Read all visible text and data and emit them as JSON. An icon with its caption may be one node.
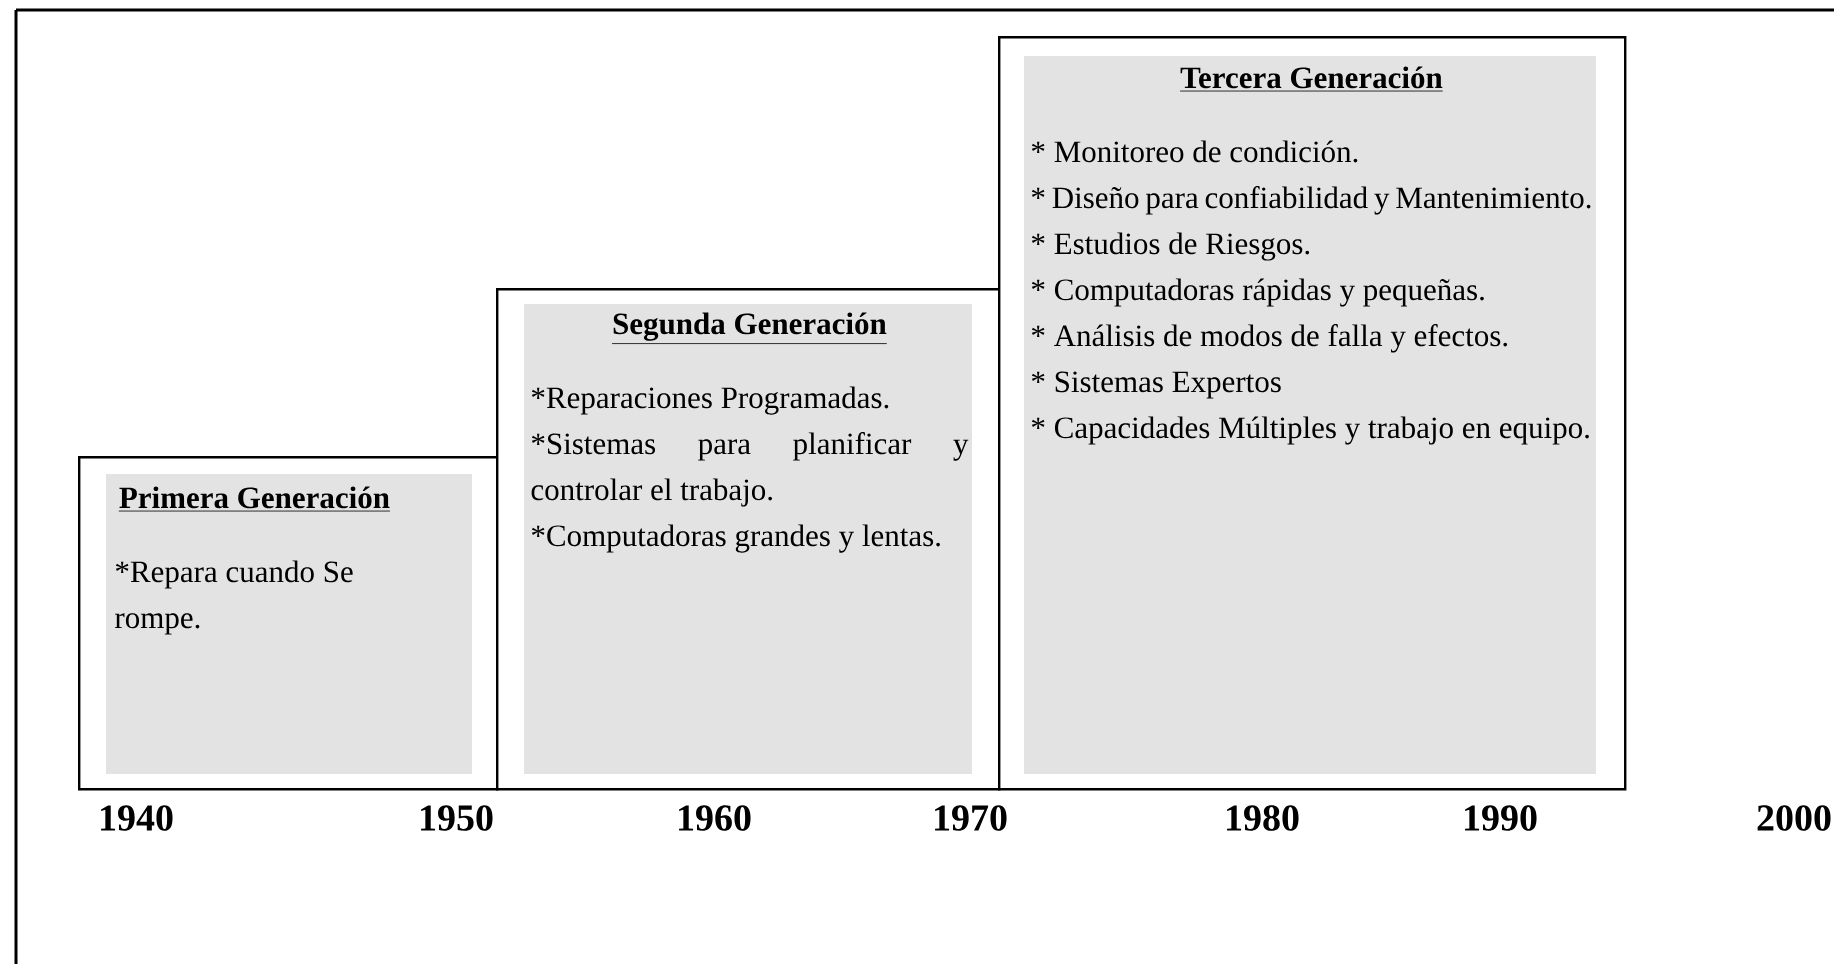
{
  "diagram": {
    "nodes": [
      {
        "text": [
          "Primera Generación",
          "*Repara cuando Se rompe."
        ]
      },
      {
        "text": [
          "Segunda Generación",
          "*Reparaciones Programadas.",
          "*Sistemas para planificar y controlar el trabajo.",
          "*Computadoras grandes y lentas."
        ]
      },
      {
        "text": [
          "Tercera Generación",
          "* Monitoreo de condición.",
          "* Diseño para confiabilidad y Mantenimiento.",
          "* Estudios de Riesgos.",
          "* Computadoras rápidas y pequeñas.",
          "* Análisis de modos de falla y efectos.",
          "* Sistemas Expertos",
          "* Capacidades Múltiples y trabajo en equipo."
        ]
      }
    ],
    "labels": [
      "1940",
      "1950",
      "1960",
      "1970",
      "1980",
      "1990",
      "2000"
    ]
  }
}
